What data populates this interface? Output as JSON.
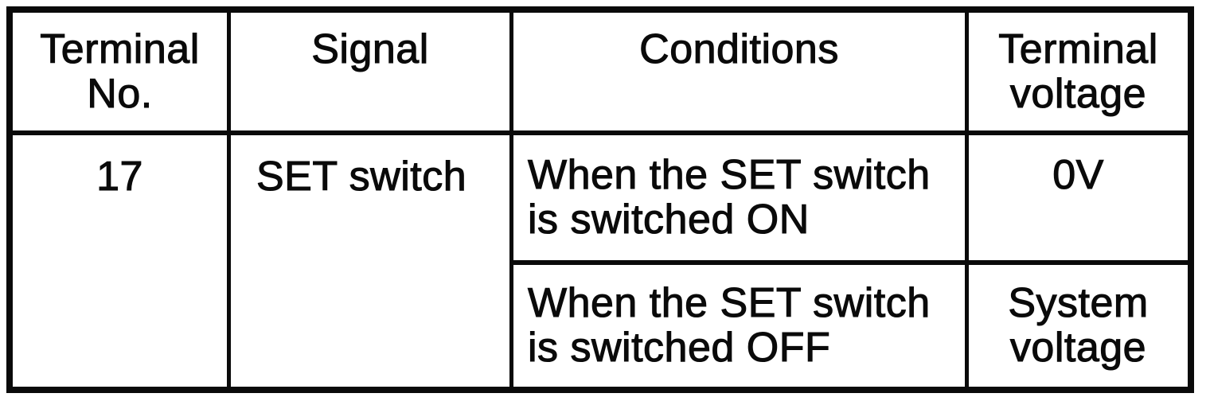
{
  "colors": {
    "ink": "#0a0a0a",
    "paper": "#ffffff"
  },
  "table": {
    "headers": {
      "terminal_no": "Terminal\nNo.",
      "signal": "Signal",
      "conditions": "Conditions",
      "terminal_voltage": "Terminal\nvoltage"
    },
    "row": {
      "terminal_no": "17",
      "signal": "SET switch",
      "conditions": [
        {
          "condition": "When the SET switch\nis switched ON",
          "terminal_voltage": "0V"
        },
        {
          "condition": "When the SET switch\nis switched OFF",
          "terminal_voltage": "System\nvoltage"
        }
      ]
    }
  }
}
